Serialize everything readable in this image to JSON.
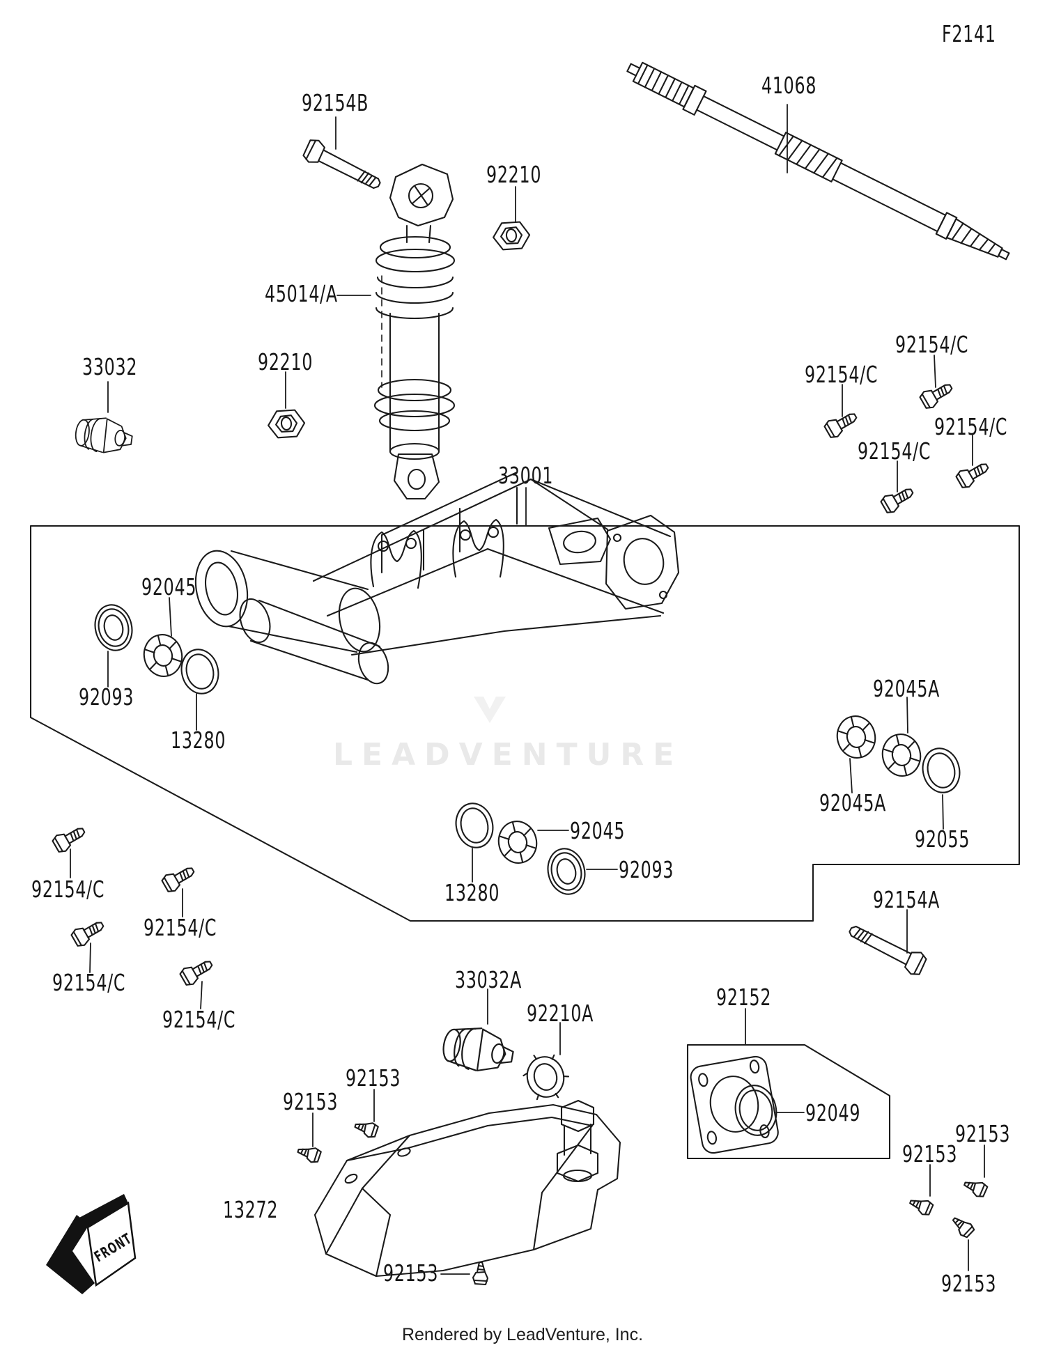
{
  "header": {
    "diagram_code": "F2141"
  },
  "parts": {
    "p41068": "41068",
    "p92154B": "92154B",
    "p92210": "92210",
    "p45014A": "45014/A",
    "p33032": "33032",
    "p92154C": "92154/C",
    "p33001": "33001",
    "p92045": "92045",
    "p92093": "92093",
    "p13280": "13280",
    "p92045A": "92045A",
    "p92055": "92055",
    "p92154A": "92154A",
    "p33032A": "33032A",
    "p92210A": "92210A",
    "p92152": "92152",
    "p92049": "92049",
    "p92153": "92153",
    "p13272": "13272"
  },
  "front_marker": "FRONT",
  "watermark": "LEADVENTURE",
  "footer": {
    "credit": "Rendered by LeadVenture, Inc."
  },
  "colors": {
    "line": "#1b1b1b",
    "label": "#161616",
    "watermark": "#e9e9e9",
    "background": "#ffffff"
  }
}
